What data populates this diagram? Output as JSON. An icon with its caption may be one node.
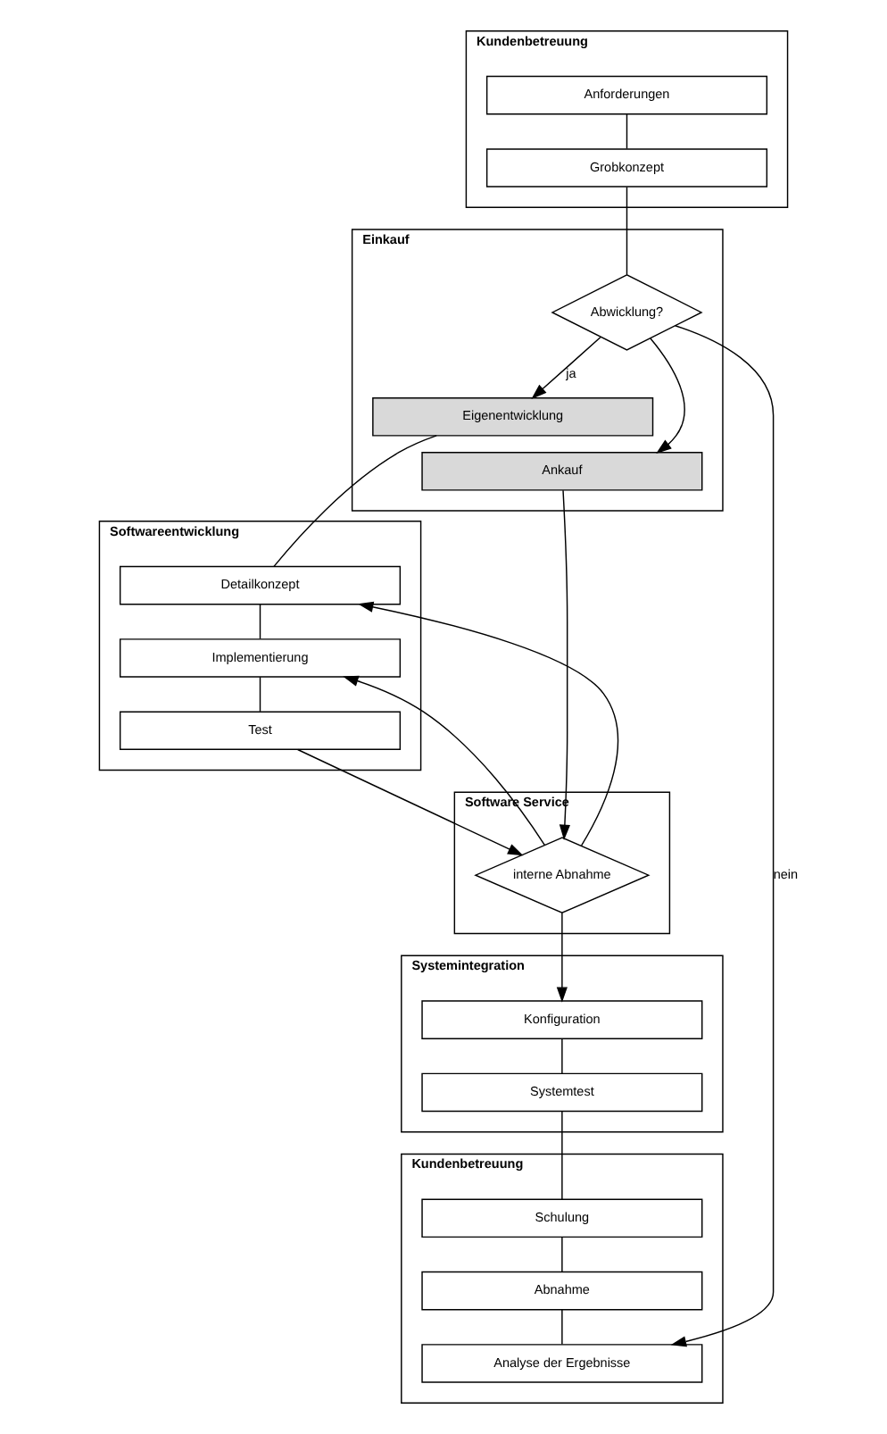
{
  "diagram": {
    "nodes": [
      {
        "text": [
          "Kundenbetreuung"
        ]
      },
      {
        "text": [
          "Anforderungen"
        ],
        "in": 0
      },
      {
        "text": [
          "Grobkonzept"
        ],
        "in": 0
      },
      {
        "text": [
          "Einkauf"
        ]
      },
      {
        "text": [
          "Abwicklung?"
        ],
        "in": 3
      },
      {
        "text": [
          "Ankauf"
        ],
        "in": 3
      },
      {
        "text": [
          "Eigenentwicklung"
        ],
        "in": 3
      },
      {
        "text": [
          "Softwareentwicklung"
        ]
      },
      {
        "text": [
          "Detailkonzept"
        ],
        "in": 7
      },
      {
        "text": [
          "Implementierung"
        ],
        "in": 7
      },
      {
        "text": [
          "Test"
        ],
        "in": 7
      },
      {
        "text": [
          "Software Service"
        ]
      },
      {
        "text": [
          "interne Abnahme"
        ],
        "in": 11
      },
      {
        "text": [
          "Systemintegration"
        ]
      },
      {
        "text": [
          "Konfiguration"
        ],
        "in": 13
      },
      {
        "text": [
          "Systemtest"
        ],
        "in": 13
      },
      {
        "text": [
          "Kundenbetreuung"
        ]
      },
      {
        "text": [
          "Schulung"
        ],
        "in": 16
      },
      {
        "text": [
          "Abnahme"
        ],
        "in": 16
      },
      {
        "text": [
          "Analyse der Ergebnisse"
        ],
        "in": 16
      }
    ],
    "edges": [
      {
        "from": 1,
        "to": 2,
        "arrow": "none"
      },
      {
        "from": 2,
        "to": 4,
        "arrow": "none"
      },
      {
        "from": 4,
        "to": 5,
        "arrow": "to"
      },
      {
        "from": 4,
        "to": 6,
        "label": "ja",
        "arrow": "to"
      },
      {
        "from": 4,
        "to": 19,
        "label": "nein",
        "arrow": "to"
      },
      {
        "from": 6,
        "to": 8,
        "arrow": "none"
      },
      {
        "from": 8,
        "to": 9,
        "arrow": "none"
      },
      {
        "from": 9,
        "to": 10,
        "arrow": "none"
      },
      {
        "from": 10,
        "to": 12,
        "arrow": "to"
      },
      {
        "from": 5,
        "to": 12,
        "arrow": "to"
      },
      {
        "from": 12,
        "to": 8,
        "arrow": "to"
      },
      {
        "from": 12,
        "to": 9,
        "arrow": "to"
      },
      {
        "from": 12,
        "to": 14,
        "arrow": "to"
      },
      {
        "from": 14,
        "to": 15,
        "arrow": "none"
      },
      {
        "from": 15,
        "to": 17,
        "arrow": "none"
      },
      {
        "from": 17,
        "to": 18,
        "arrow": "none"
      },
      {
        "from": 18,
        "to": 19,
        "arrow": "none"
      }
    ]
  }
}
